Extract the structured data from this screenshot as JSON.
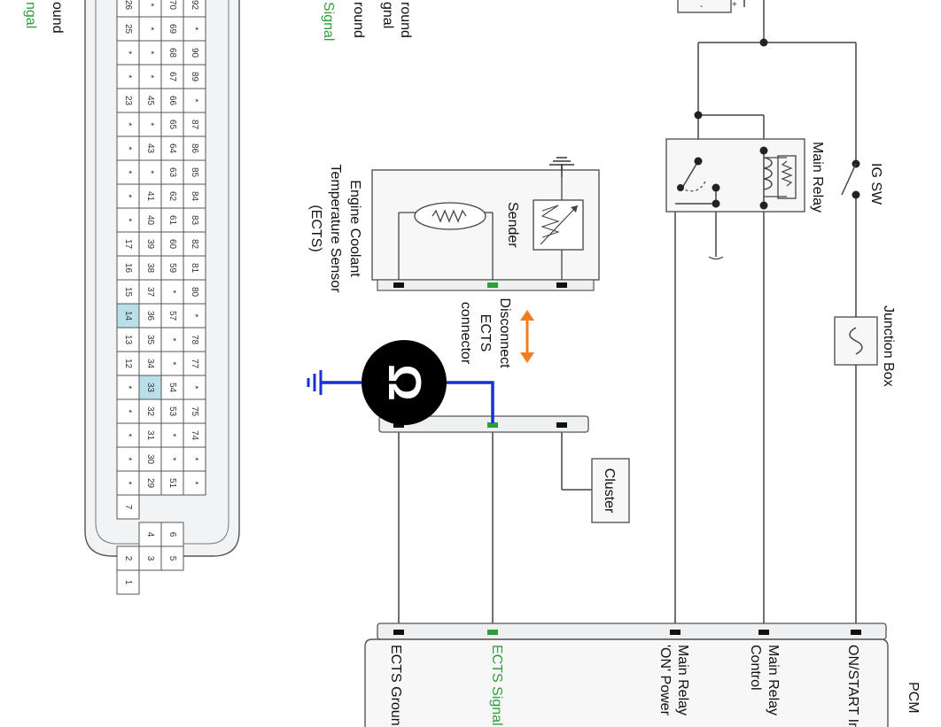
{
  "legend": {
    "items": [
      {
        "text": "round",
        "color": "#111111"
      },
      {
        "text": "gnal",
        "color": "#111111"
      },
      {
        "text": "round",
        "color": "#111111"
      },
      {
        "text": "Signal",
        "color": "#2e9e3a"
      },
      {
        "text": "ound",
        "color": "#111111"
      },
      {
        "text": "ngal",
        "color": "#2e9e3a"
      }
    ]
  },
  "connector_pins": {
    "rows": [
      [
        "26",
        "25",
        "*",
        "*",
        "23",
        "*",
        "*",
        "*",
        "*",
        "*",
        "17",
        "16",
        "15",
        "14",
        "13",
        "12",
        "*",
        "*",
        "*",
        "*",
        "*",
        "7",
        "",
        "2",
        "1"
      ],
      [
        "*",
        "*",
        "*",
        "*",
        "45",
        "*",
        "43",
        "*",
        "41",
        "40",
        "39",
        "38",
        "37",
        "36",
        "35",
        "34",
        "33",
        "32",
        "31",
        "30",
        "29",
        "",
        "4",
        "3"
      ],
      [
        "70",
        "69",
        "68",
        "67",
        "66",
        "65",
        "64",
        "63",
        "62",
        "61",
        "60",
        "59",
        "*",
        "57",
        "*",
        "*",
        "54",
        "53",
        "*",
        "*",
        "51",
        "",
        "6",
        "5"
      ],
      [
        "92",
        "*",
        "90",
        "89",
        "*",
        "87",
        "86",
        "85",
        "84",
        "83",
        "82",
        "81",
        "80",
        "*",
        "78",
        "77",
        "*",
        "75",
        "74",
        "*",
        "*",
        "",
        "",
        ""
      ]
    ],
    "highlighted": [
      "14",
      "33"
    ],
    "highlight_color": "#b9dfe8"
  },
  "components": {
    "ig_sw": "IG SW",
    "main_relay": "Main Relay",
    "junction_box": "Junction Box",
    "ects_line1": "Engine Coolant",
    "ects_line2": "Temperature Sensor",
    "ects_line3": "(ECTS)",
    "sender": "Sender",
    "disconnect_line1": "Disconnect",
    "disconnect_line2": "ECTS",
    "disconnect_line3": "connector",
    "cluster": "Cluster",
    "ohmmeter": "Ω",
    "pcm": "PCM"
  },
  "pcm_pins": {
    "on_start": "ON/START In",
    "main_relay_control_1": "Main Relay",
    "main_relay_control_2": "Control",
    "main_relay_on_1": "Main Relay",
    "main_relay_on_2": "'ON' Power",
    "ects_signal": "ECTS Signal",
    "ects_ground": "ECTS Groun"
  },
  "colors": {
    "wire": "#444444",
    "meter_wire": "#1a2fd6",
    "signal_green": "#2e9e3a",
    "arrow_orange": "#f07d1e",
    "box_fill": "#f7f7f7"
  }
}
